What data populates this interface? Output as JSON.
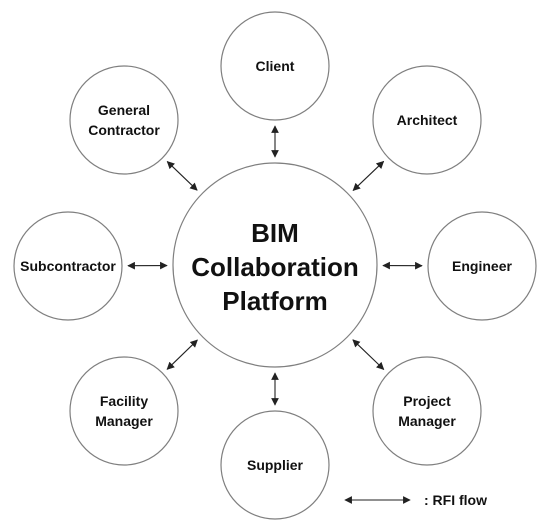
{
  "center": {
    "label_lines": [
      "BIM",
      "Collaboration",
      "Platform"
    ]
  },
  "stakeholders": [
    {
      "id": "client",
      "label_lines": [
        "Client"
      ]
    },
    {
      "id": "architect",
      "label_lines": [
        "Architect"
      ]
    },
    {
      "id": "engineer",
      "label_lines": [
        "Engineer"
      ]
    },
    {
      "id": "project-manager",
      "label_lines": [
        "Project",
        "Manager"
      ]
    },
    {
      "id": "supplier",
      "label_lines": [
        "Supplier"
      ]
    },
    {
      "id": "facility-manager",
      "label_lines": [
        "Facility",
        "Manager"
      ]
    },
    {
      "id": "subcontractor",
      "label_lines": [
        "Subcontractor"
      ]
    },
    {
      "id": "general-contractor",
      "label_lines": [
        "General",
        "Contractor"
      ]
    }
  ],
  "legend": {
    "label": ": RFI flow"
  }
}
